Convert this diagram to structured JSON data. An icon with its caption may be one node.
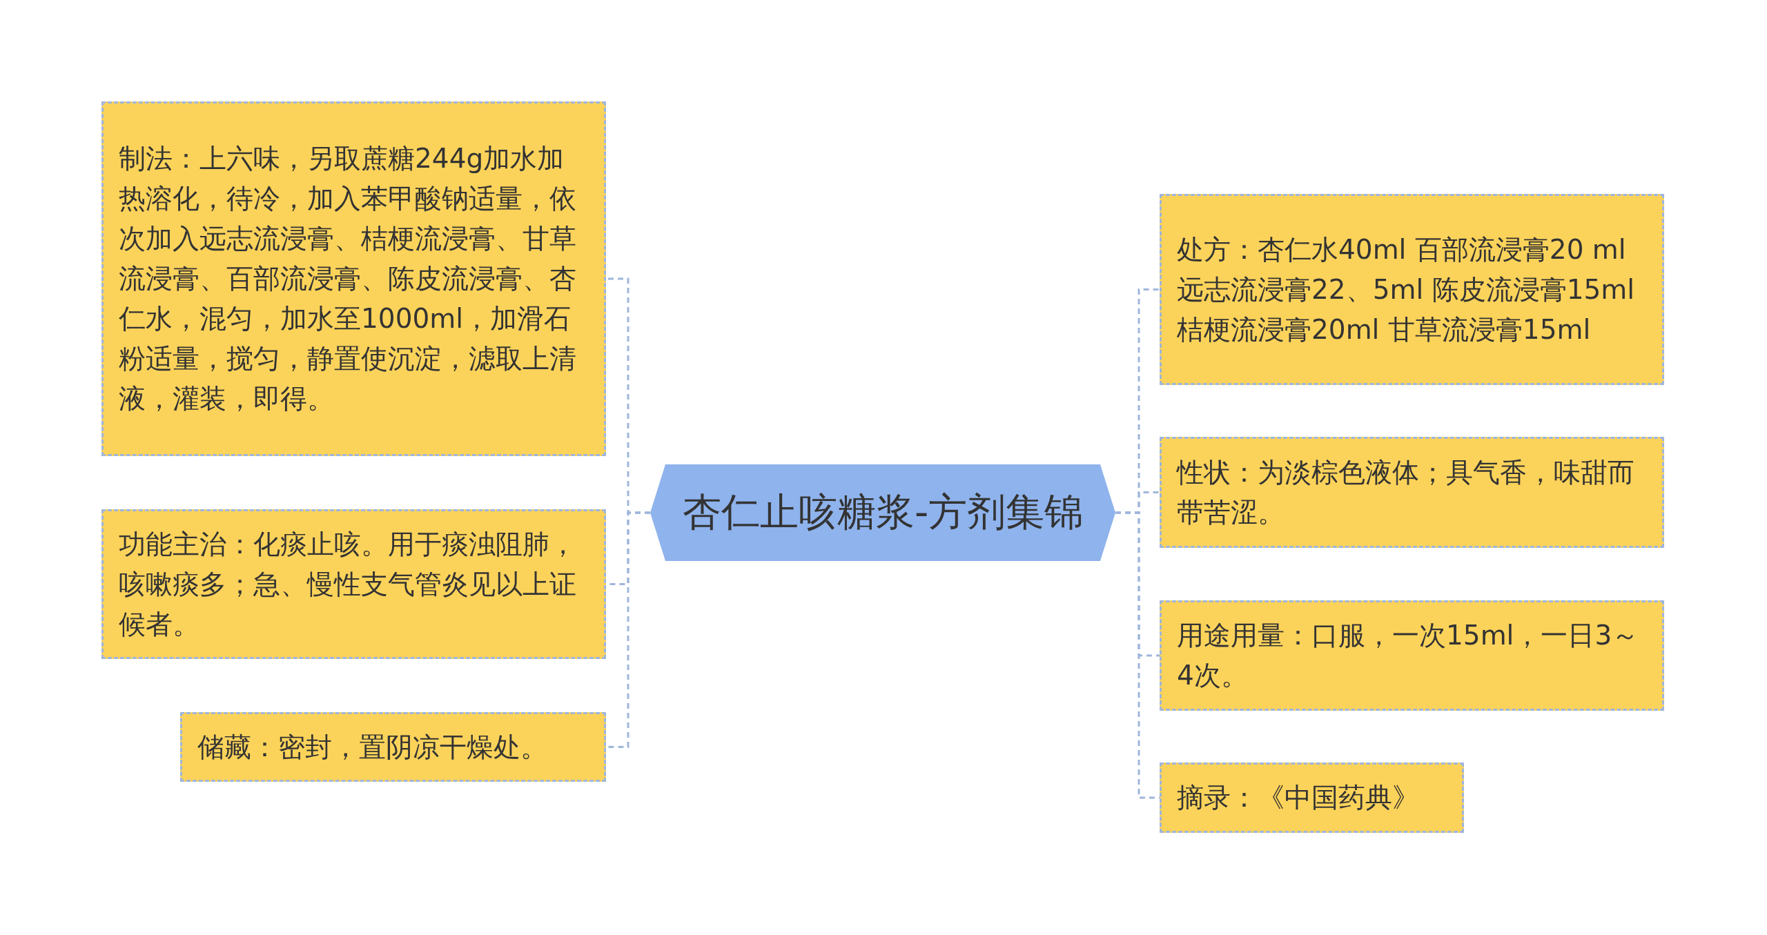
{
  "diagram": {
    "nodes": [
      {
        "text": [
          "杏仁止咳糖浆-方剂集锦"
        ]
      },
      {
        "text": [
          "制法：上六味，另取蔗糖244g加水加热溶化，待冷，加入苯甲酸钠适量，依次加入远志流浸膏、桔梗流浸膏、甘草流浸膏、百部流浸膏、陈皮流浸膏、杏仁水，混匀，加水至1000ml，加滑石粉适量，搅匀，静置使沉淀，滤取上清液，灌装，即得。"
        ]
      },
      {
        "text": [
          "功能主治：化痰止咳。用于痰浊阻肺，咳嗽痰多；急、慢性支气管炎见以上证候者。"
        ]
      },
      {
        "text": [
          "储藏：密封，置阴凉干燥处。"
        ]
      },
      {
        "text": [
          "处方：杏仁水40ml 百部流浸膏20 ml 远志流浸膏22、5ml 陈皮流浸膏15ml 桔梗流浸膏20ml 甘草流浸膏15ml"
        ]
      },
      {
        "text": [
          "性状：为淡棕色液体；具气香，味甜而带苦涩。"
        ]
      },
      {
        "text": [
          "用途用量：口服，一次15ml，一日3～4次。"
        ]
      },
      {
        "text": [
          "摘录：《中国药典》"
        ]
      }
    ],
    "edges": [
      {
        "from": 0,
        "to": 1,
        "arrow": "none",
        "style": "dashed"
      },
      {
        "from": 0,
        "to": 2,
        "arrow": "none",
        "style": "dashed"
      },
      {
        "from": 0,
        "to": 3,
        "arrow": "none",
        "style": "dashed"
      },
      {
        "from": 0,
        "to": 4,
        "arrow": "none",
        "style": "dashed"
      },
      {
        "from": 0,
        "to": 5,
        "arrow": "none",
        "style": "dashed"
      },
      {
        "from": 0,
        "to": 6,
        "arrow": "none",
        "style": "dashed"
      },
      {
        "from": 0,
        "to": 7,
        "arrow": "none",
        "style": "dashed"
      }
    ]
  }
}
